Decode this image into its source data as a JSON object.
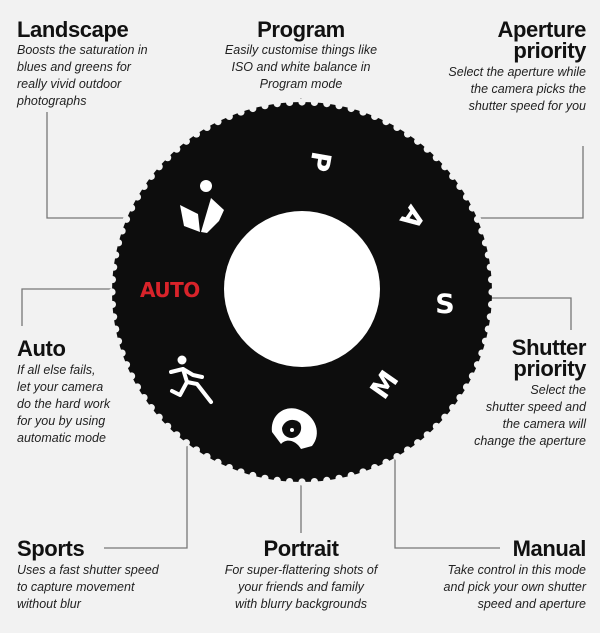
{
  "dial": {
    "auto_label": "AUTO",
    "letters": {
      "program": "P",
      "aperture": "A",
      "shutter": "S",
      "manual": "M"
    }
  },
  "modes": {
    "landscape": {
      "title": "Landscape",
      "desc": [
        "Boosts the saturation in",
        "blues and greens for",
        "really vivid outdoor",
        "photographs"
      ]
    },
    "program": {
      "title": "Program",
      "desc": [
        "Easily customise things like",
        "ISO and white balance in",
        "Program mode"
      ]
    },
    "aperture": {
      "title": [
        "Aperture",
        "priority"
      ],
      "desc": [
        "Select the aperture while",
        "the camera picks the",
        "shutter speed for you"
      ]
    },
    "auto": {
      "title": "Auto",
      "desc": [
        "If all else fails,",
        "let your camera",
        "do the hard work",
        "for you by using",
        "automatic mode"
      ]
    },
    "shutter": {
      "title": [
        "Shutter",
        "priority"
      ],
      "desc": [
        "Select the",
        "shutter speed and",
        "the camera will",
        "change the aperture"
      ]
    },
    "sports": {
      "title": "Sports",
      "desc": [
        "Uses a fast shutter speed",
        "to capture movement",
        "without blur"
      ]
    },
    "portrait": {
      "title": "Portrait",
      "desc": [
        "For super-flattering shots of",
        "your friends and family",
        "with blurry backgrounds"
      ]
    },
    "manual": {
      "title": "Manual",
      "desc": [
        "Take control in this mode",
        "and pick your own shutter",
        "speed and aperture"
      ]
    }
  },
  "icons": {
    "landscape": "landscape-icon",
    "sports": "running-person-icon",
    "portrait": "portrait-face-icon"
  },
  "colors": {
    "background": "#f2f2f2",
    "dial": "#0d0d0d",
    "auto": "#d8232a",
    "leader": "#777777"
  }
}
